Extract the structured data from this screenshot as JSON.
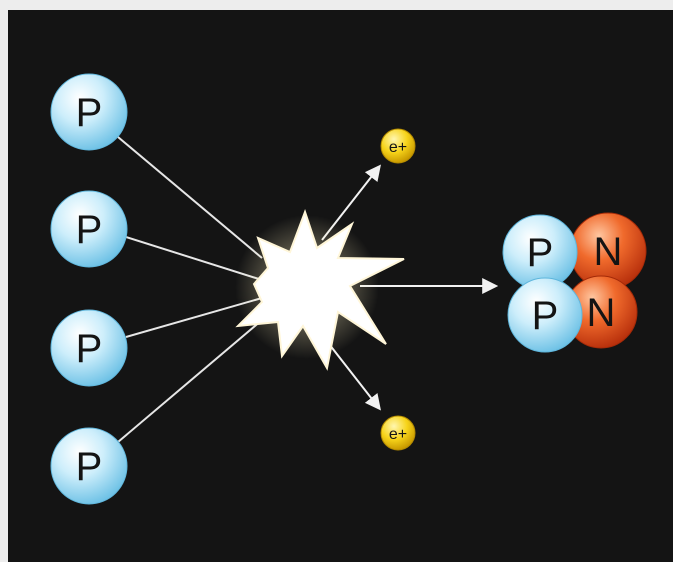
{
  "colors": {
    "background": "#141414",
    "frame": "#ededed",
    "proton": "#a9dff4",
    "neutron": "#e0541e",
    "positron": "#f2cf10",
    "burst": "#ffffff",
    "arrow": "#f2f2f2"
  },
  "inputs": {
    "protons": [
      {
        "label": "P"
      },
      {
        "label": "P"
      },
      {
        "label": "P"
      },
      {
        "label": "P"
      }
    ]
  },
  "outputs": {
    "positrons": [
      {
        "label": "e+"
      },
      {
        "label": "e+"
      }
    ],
    "nucleus": {
      "protons": [
        {
          "label": "P"
        },
        {
          "label": "P"
        }
      ],
      "neutrons": [
        {
          "label": "N"
        },
        {
          "label": "N"
        }
      ]
    }
  }
}
